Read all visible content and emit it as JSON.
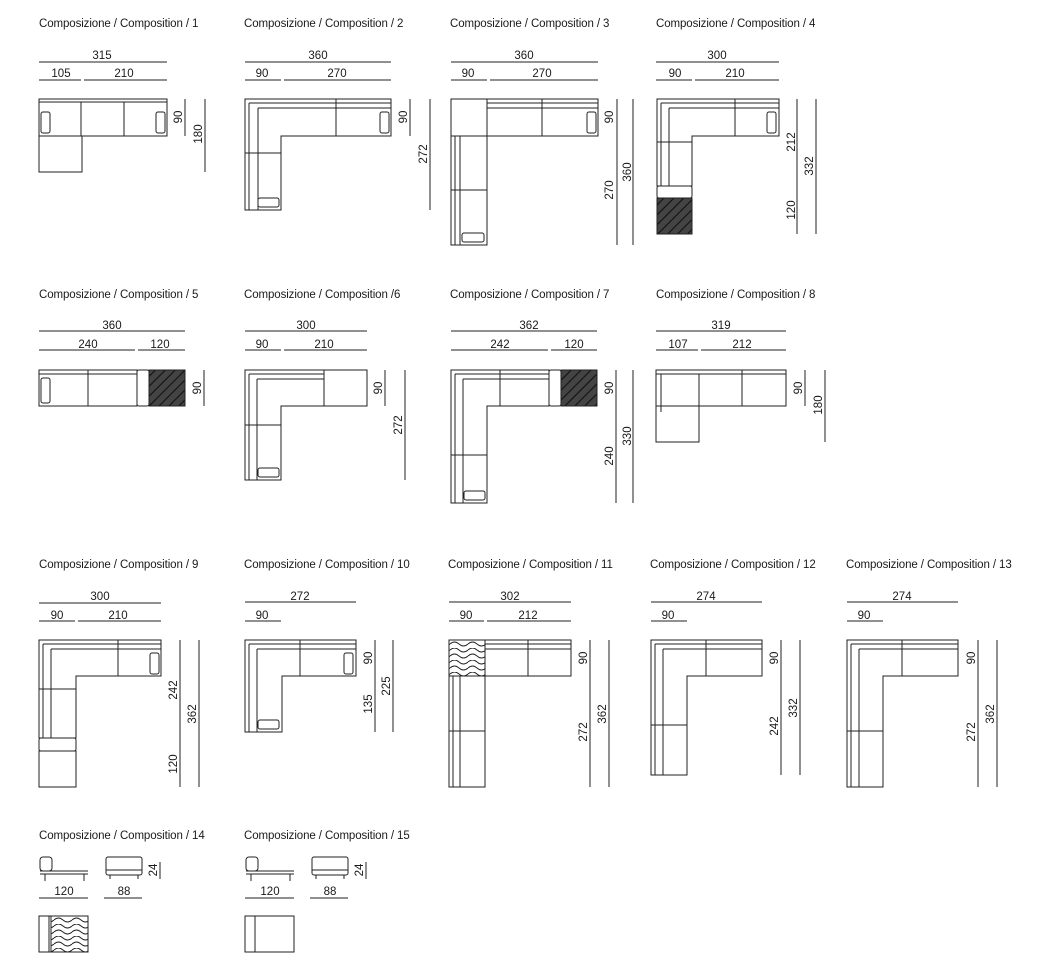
{
  "titles": [
    "Composizione / Composition / 1",
    "Composizione / Composition / 2",
    "Composizione / Composition / 3",
    "Composizione / Composition / 4",
    "Composizione / Composition / 5",
    "Composizione / Composition /6",
    "Composizione / Composition / 7",
    "Composizione / Composition / 8",
    "Composizione / Composition / 9",
    "Composizione / Composition / 10",
    "Composizione / Composition / 11",
    "Composizione / Composition / 12",
    "Composizione / Composition / 13",
    "Composizione / Composition / 14",
    "Composizione / Composition / 15"
  ],
  "dims": {
    "c1": {
      "total": "315",
      "a": "105",
      "b": "210",
      "depth": "90",
      "side": "180"
    },
    "c2": {
      "total": "360",
      "a": "90",
      "b": "270",
      "depth": "90",
      "side": "272"
    },
    "c3": {
      "total": "360",
      "a": "90",
      "b": "270",
      "depth": "90",
      "leg": "270",
      "side": "360"
    },
    "c4": {
      "total": "300",
      "a": "90",
      "b": "210",
      "leg": "212",
      "bottom": "120",
      "side": "332"
    },
    "c5": {
      "total": "360",
      "a": "240",
      "b": "120",
      "depth": "90"
    },
    "c6": {
      "total": "300",
      "a": "90",
      "b": "210",
      "depth": "90",
      "side": "272"
    },
    "c7": {
      "total": "362",
      "a": "242",
      "b": "120",
      "depth": "90",
      "leg": "240",
      "side": "330"
    },
    "c8": {
      "total": "319",
      "a": "107",
      "b": "212",
      "depth": "90",
      "side": "180"
    },
    "c9": {
      "total": "300",
      "a": "90",
      "b": "210",
      "leg": "242",
      "bottom": "120",
      "side": "362"
    },
    "c10": {
      "total": "272",
      "a": "90",
      "depth": "90",
      "leg": "135",
      "side": "225"
    },
    "c11": {
      "total": "302",
      "a": "90",
      "b": "212",
      "depth": "90",
      "leg": "272",
      "side": "362"
    },
    "c12": {
      "total": "274",
      "a": "90",
      "depth": "90",
      "leg": "242",
      "side": "332"
    },
    "c13": {
      "total": "274",
      "a": "90",
      "depth": "90",
      "leg": "272",
      "side": "362"
    },
    "c14": {
      "w1": "120",
      "w2": "88",
      "h": "24"
    },
    "c15": {
      "w1": "120",
      "w2": "88",
      "h": "24"
    }
  }
}
